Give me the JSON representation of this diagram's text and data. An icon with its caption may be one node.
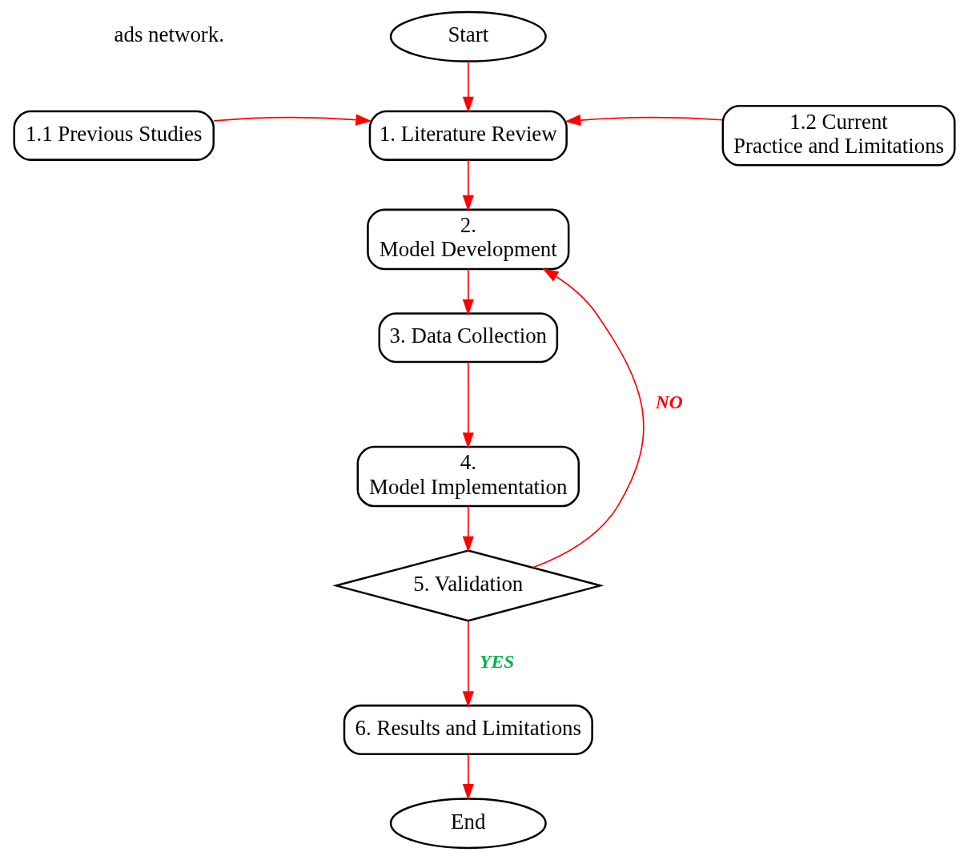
{
  "diagram": {
    "nodes": [
      {
        "text": [
          "Start"
        ]
      },
      {
        "text": [
          "1.1 Previous Studies"
        ]
      },
      {
        "text": [
          "1. Literature Review"
        ]
      },
      {
        "text": [
          "1.2 Current Practice and Limitations"
        ]
      },
      {
        "text": [
          "2. Model Development"
        ]
      },
      {
        "text": [
          "3. Data Collection"
        ]
      },
      {
        "text": [
          "4. Model Implementation"
        ]
      },
      {
        "text": [
          "5. Validation"
        ]
      },
      {
        "text": [
          "6. Results and Limitations"
        ]
      },
      {
        "text": [
          "End"
        ]
      }
    ],
    "edges": [
      {
        "from": 0,
        "to": 2,
        "arrow": "to"
      },
      {
        "from": 1,
        "to": 2,
        "arrow": "to"
      },
      {
        "from": 3,
        "to": 2,
        "arrow": "to"
      },
      {
        "from": 2,
        "to": 4,
        "arrow": "to"
      },
      {
        "from": 4,
        "to": 5,
        "arrow": "to"
      },
      {
        "from": 5,
        "to": 6,
        "arrow": "to"
      },
      {
        "from": 6,
        "to": 7,
        "arrow": "to"
      },
      {
        "from": 7,
        "to": 8,
        "arrow": "to",
        "label": "YES"
      },
      {
        "from": 7,
        "to": 4,
        "arrow": "to",
        "label": "NO"
      },
      {
        "from": 8,
        "to": 9,
        "arrow": "to"
      }
    ],
    "labels": [
      "ads network."
    ]
  }
}
